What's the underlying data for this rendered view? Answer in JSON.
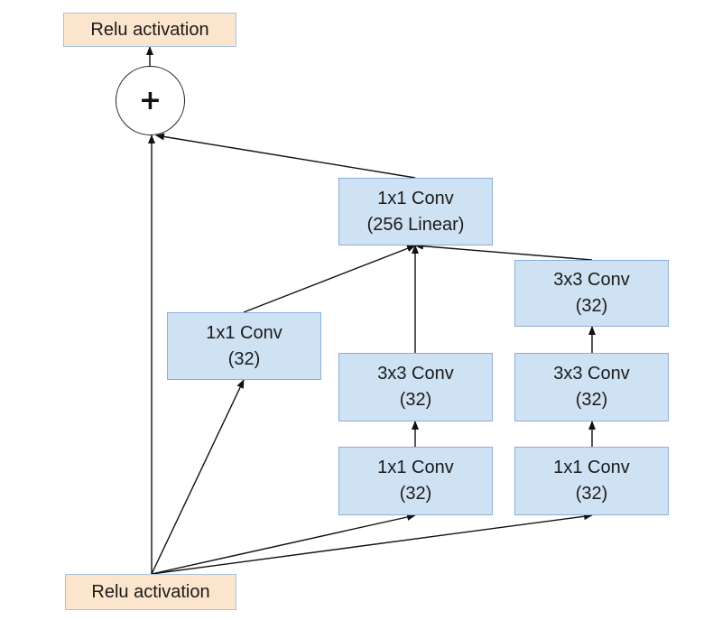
{
  "colors": {
    "conv_fill": "#cfe2f3",
    "conv_border": "#8aaed6",
    "relu_fill": "#fce5cd",
    "relu_border": "#a9c3e0",
    "arrow": "#111111"
  },
  "nodes": {
    "relu_top": {
      "label": "Relu activation"
    },
    "add": {
      "symbol": "+"
    },
    "concat_conv": {
      "line1": "1x1 Conv",
      "line2": "(256 Linear)"
    },
    "branch1_conv1x1": {
      "line1": "1x1 Conv",
      "line2": "(32)"
    },
    "branch2_conv3x3": {
      "line1": "3x3 Conv",
      "line2": "(32)"
    },
    "branch2_conv1x1": {
      "line1": "1x1 Conv",
      "line2": "(32)"
    },
    "branch3_conv3x3_top": {
      "line1": "3x3 Conv",
      "line2": "(32)"
    },
    "branch3_conv3x3_mid": {
      "line1": "3x3 Conv",
      "line2": "(32)"
    },
    "branch3_conv1x1": {
      "line1": "1x1 Conv",
      "line2": "(32)"
    },
    "relu_bottom": {
      "label": "Relu activation"
    }
  }
}
